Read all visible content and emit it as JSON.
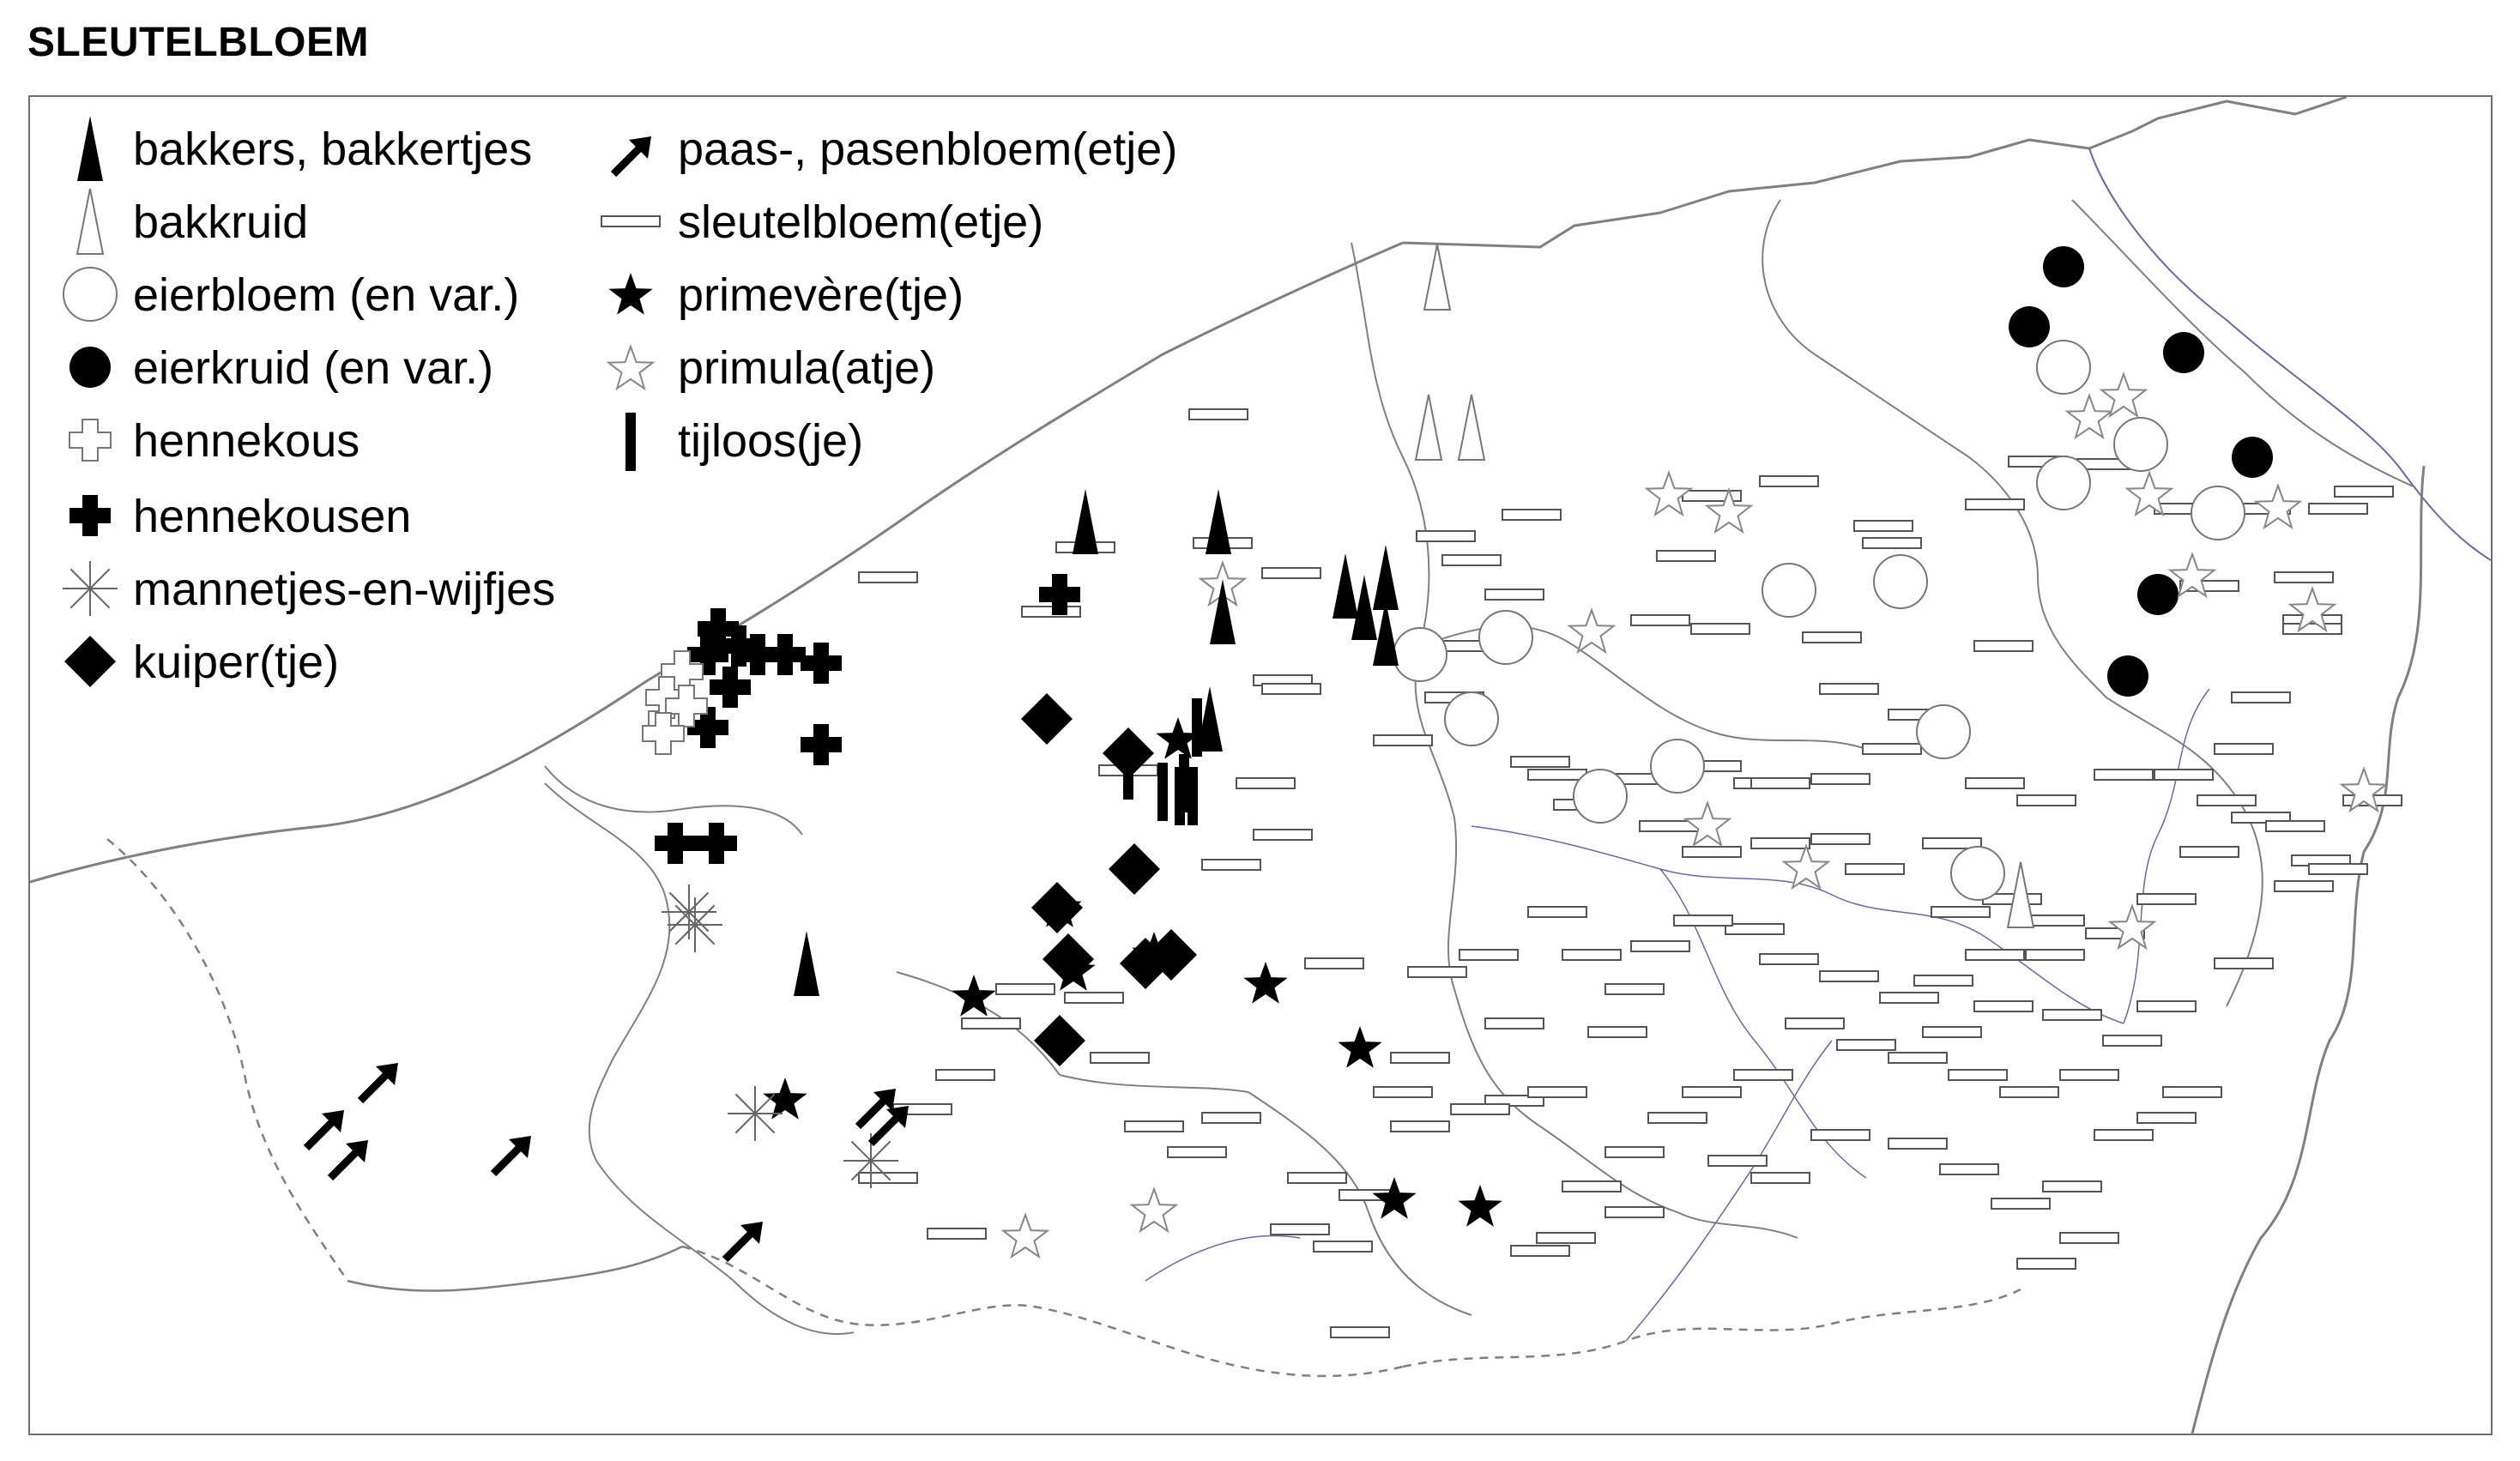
{
  "title": "SLEUTELBLOEM",
  "legend": [
    {
      "symbol": "black-triangle",
      "label": "bakkers, bakkertjes"
    },
    {
      "symbol": "white-triangle",
      "label": "bakkruid"
    },
    {
      "symbol": "white-circle",
      "label": "eierbloem (en var.)"
    },
    {
      "symbol": "black-circle",
      "label": "eierkruid (en var.)"
    },
    {
      "symbol": "white-cross",
      "label": "hennekous"
    },
    {
      "symbol": "black-cross",
      "label": "hennekousen"
    },
    {
      "symbol": "asterisk",
      "label": "mannetjes-en-wijfjes"
    },
    {
      "symbol": "black-diamond",
      "label": "kuiper(tje)"
    },
    {
      "symbol": "arrow",
      "label": "paas-, pasenbloem(etje)"
    },
    {
      "symbol": "white-rectangle",
      "label": "sleutelbloem(etje)"
    },
    {
      "symbol": "black-star",
      "label": "primevère(tje)"
    },
    {
      "symbol": "white-star",
      "label": "primula(atje)"
    },
    {
      "symbol": "black-bar",
      "label": "tijloos(je)"
    }
  ],
  "colors": {
    "ink": "#000000",
    "border": "#707070",
    "province_line": "#808080",
    "river": "#6a6aa0"
  }
}
